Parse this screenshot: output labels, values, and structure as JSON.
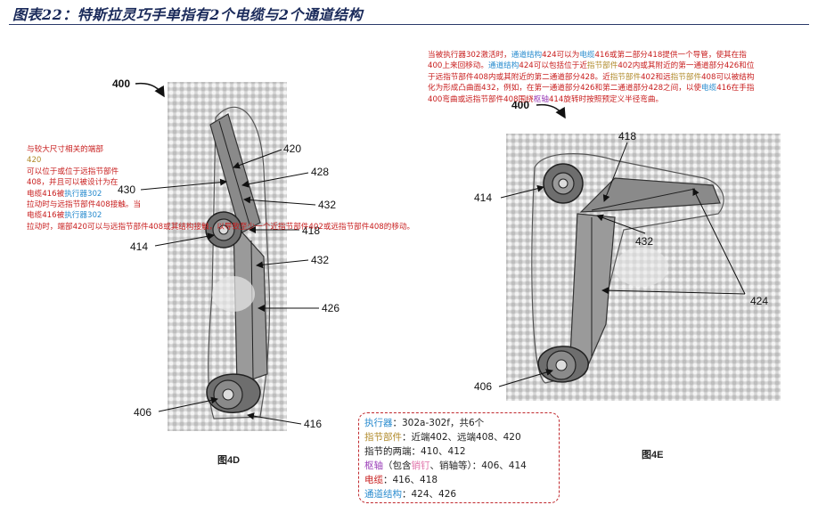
{
  "title": "图表22：特斯拉灵巧手单指有2个电缆与2个通道结构",
  "fig_4d": {
    "figure_label": "图4D",
    "ref_400": "400",
    "labels": {
      "l420": "420",
      "l428": "428",
      "l430": "430",
      "l432a": "432",
      "l414": "414",
      "l418": "418",
      "l432b": "432",
      "l426": "426",
      "l406": "406",
      "l416": "416"
    }
  },
  "fig_4e": {
    "figure_label": "图4E",
    "ref_400": "400",
    "labels": {
      "l418": "418",
      "l414": "414",
      "l432": "432",
      "l424": "424",
      "l406": "406"
    }
  },
  "note_left": {
    "seg1": "与较大尺寸相关的端部",
    "seg2": "420",
    "seg3": "可以位于或位于远指节部件",
    "seg4": "408",
    "seg5": "，并且可以被设计为在",
    "seg6": "电缆416",
    "seg7": "被",
    "seg8": "执行器302",
    "seg9": "拉动时与远指节部件408接触。当",
    "seg10": "电缆416",
    "seg11": "被",
    "seg12": "执行器302",
    "seg13": "拉动时，端部420可以与远指节部件408或其结构接触，以导致至少一个近指节部件402或远指节部件408的移动。"
  },
  "note_top": {
    "line1": [
      "当被执行器302激活时，",
      "通道结构",
      "424可以为",
      "电缆",
      "416或第二部分418提供一个导管，使其在指"
    ],
    "line2": [
      "400上来回移动。",
      "通道结构",
      "424可以包括位于近",
      "指节部件",
      "402内或其附近的第一通道部分426和位"
    ],
    "line3": [
      "于远指节部件408内或其附近的第二通道部分428。近",
      "指节部件",
      "402和远",
      "指节部件",
      "408可以被结构"
    ],
    "line4": [
      "化为形成凸曲面432，例如，在第一通道部分426和第二通道部分428之间，以使",
      "电缆",
      "416在手指"
    ],
    "line5": [
      "400弯曲或远指节部件408围绕",
      "枢轴",
      "414旋转时按照预定义半径弯曲。"
    ]
  },
  "legend": {
    "row1": [
      "执行器",
      "：302a-302f，共6个"
    ],
    "row2": [
      "指节部件",
      "：近端402、远端408、420"
    ],
    "row3": [
      "指节的两端：410、412"
    ],
    "row4": [
      "枢轴",
      "（包含",
      "销钉",
      "、销轴等）：406、414"
    ],
    "row5": [
      "电缆",
      "：416、418"
    ],
    "row6": [
      "通道结构",
      "：424、426"
    ]
  },
  "colors": {
    "title": "#1a2a5a",
    "note_red": "#c81e1e",
    "note_blue": "#2a8ccf",
    "legend_border": "#c0282d"
  }
}
